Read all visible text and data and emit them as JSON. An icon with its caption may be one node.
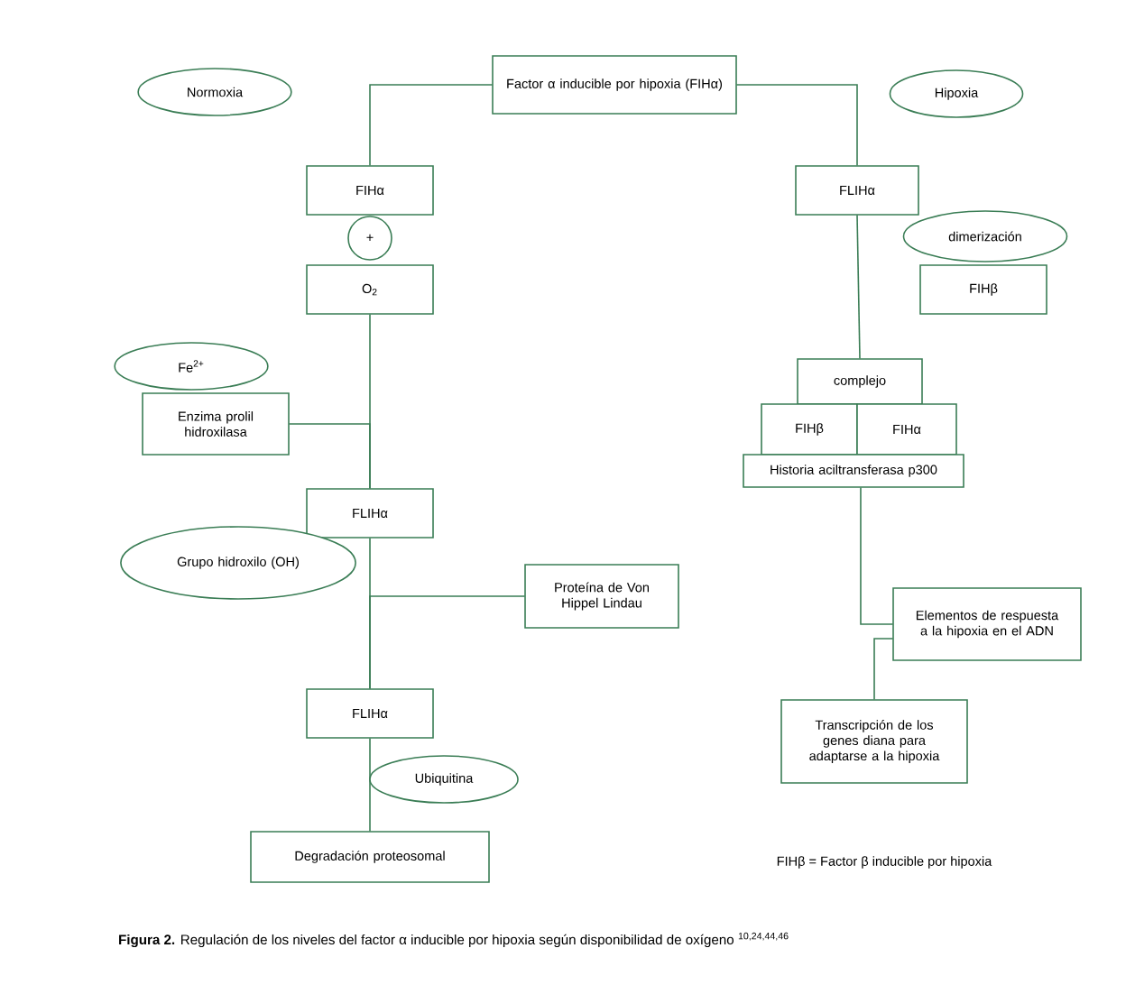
{
  "diagram": {
    "caption": "**Figura 2.** Regulación de los niveles del factor α inducible por hipoxia según disponibilidad de oxígeno $^{10,24,44,46}$",
    "nodes": [
      {
        "text": [
          "Factor α inducible por hipoxia (FIHα)"
        ]
      },
      {
        "text": [
          "Normoxia"
        ]
      },
      {
        "text": [
          "Hipoxia"
        ]
      },
      {
        "text": [
          "FIHα"
        ]
      },
      {
        "text": [
          "+"
        ]
      },
      {
        "text": [
          "O$_{2}$"
        ]
      },
      {
        "text": [
          "Fe$^{2+}$"
        ]
      },
      {
        "text": [
          "Enzima prolil hidroxilasa"
        ]
      },
      {
        "text": [
          "FLIHα"
        ]
      },
      {
        "text": [
          "Grupo hidroxilo (OH)"
        ]
      },
      {
        "text": [
          "Proteína de Von Hippel Lindau"
        ]
      },
      {
        "text": [
          "FLIHα"
        ]
      },
      {
        "text": [
          "Ubiquitina"
        ]
      },
      {
        "text": [
          "Degradación proteosomal"
        ]
      },
      {
        "text": [
          "FLIHα"
        ]
      },
      {
        "text": [
          "dimerización"
        ]
      },
      {
        "text": [
          "FIHβ"
        ]
      },
      {
        "text": [
          "complejo"
        ]
      },
      {
        "text": [
          "FIHβ"
        ]
      },
      {
        "text": [
          "FIHα"
        ]
      },
      {
        "text": [
          "Historia aciltransferasa p300"
        ]
      },
      {
        "text": [
          "Elementos de respuesta a la hipoxia en el ADN"
        ]
      },
      {
        "text": [
          "Transcripción de los genes diana para adaptarse a la hipoxia"
        ]
      }
    ],
    "edges": [
      {
        "from": 0,
        "to": 3,
        "arrow": "none"
      },
      {
        "from": 0,
        "to": 14,
        "arrow": "none"
      },
      {
        "from": 5,
        "to": 8,
        "arrow": "none"
      },
      {
        "from": 7,
        "to": 8,
        "arrow": "none"
      },
      {
        "from": 8,
        "to": 11,
        "arrow": "none"
      },
      {
        "from": 10,
        "to": 11,
        "arrow": "none"
      },
      {
        "from": 11,
        "to": 13,
        "arrow": "none"
      },
      {
        "from": 14,
        "to": 17,
        "arrow": "none"
      },
      {
        "from": 20,
        "to": 21,
        "arrow": "none"
      },
      {
        "from": 21,
        "to": 22,
        "arrow": "none"
      }
    ],
    "labels": [
      "FIHβ = Factor β inducible por hipoxia"
    ]
  }
}
